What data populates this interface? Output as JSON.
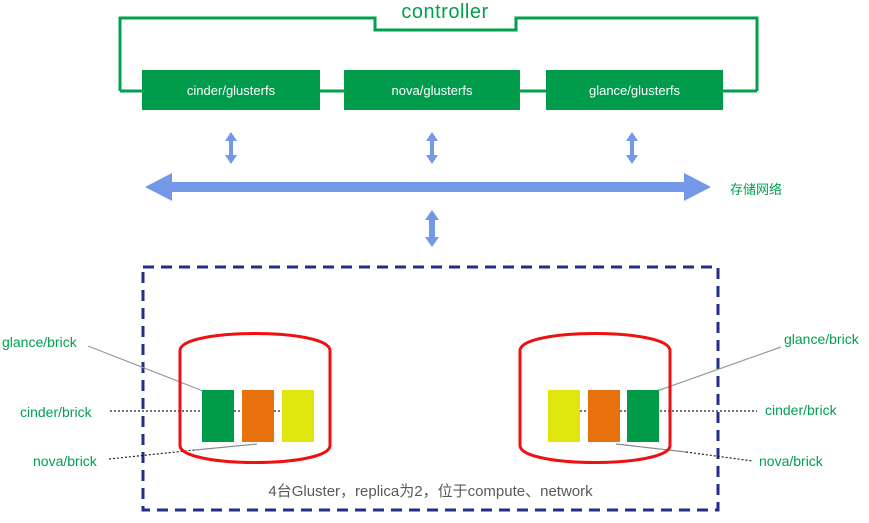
{
  "controller": {
    "label": "controller"
  },
  "glusterfs_nodes": [
    {
      "label": "cinder/glusterfs"
    },
    {
      "label": "nova/glusterfs"
    },
    {
      "label": "glance/glusterfs"
    }
  ],
  "storage_network": {
    "label": "存储网络"
  },
  "cluster_box": {
    "caption": "4台Gluster，replica为2，位于compute、network",
    "left_labels": {
      "glance": "glance/brick",
      "cinder": "cinder/brick",
      "nova": "nova/brick"
    },
    "right_labels": {
      "glance": "glance/brick",
      "cinder": "cinder/brick",
      "nova": "nova/brick"
    },
    "cylinders": [
      {
        "bricks": [
          {
            "name": "glance",
            "color": "#009B48"
          },
          {
            "name": "nova",
            "color": "#E8710D"
          },
          {
            "name": "cinder",
            "color": "#DFE70F"
          }
        ]
      },
      {
        "bricks": [
          {
            "name": "cinder",
            "color": "#DFE70F"
          },
          {
            "name": "nova",
            "color": "#E8710D"
          },
          {
            "name": "glance",
            "color": "#009B48"
          }
        ]
      }
    ]
  },
  "colors": {
    "green": "#00A04E",
    "box_green": "#009C4B",
    "arrow_blue": "#7398E8",
    "dashed_navy": "#232E87",
    "cylinder_red": "#EE1111",
    "caption_gray": "#595959"
  }
}
